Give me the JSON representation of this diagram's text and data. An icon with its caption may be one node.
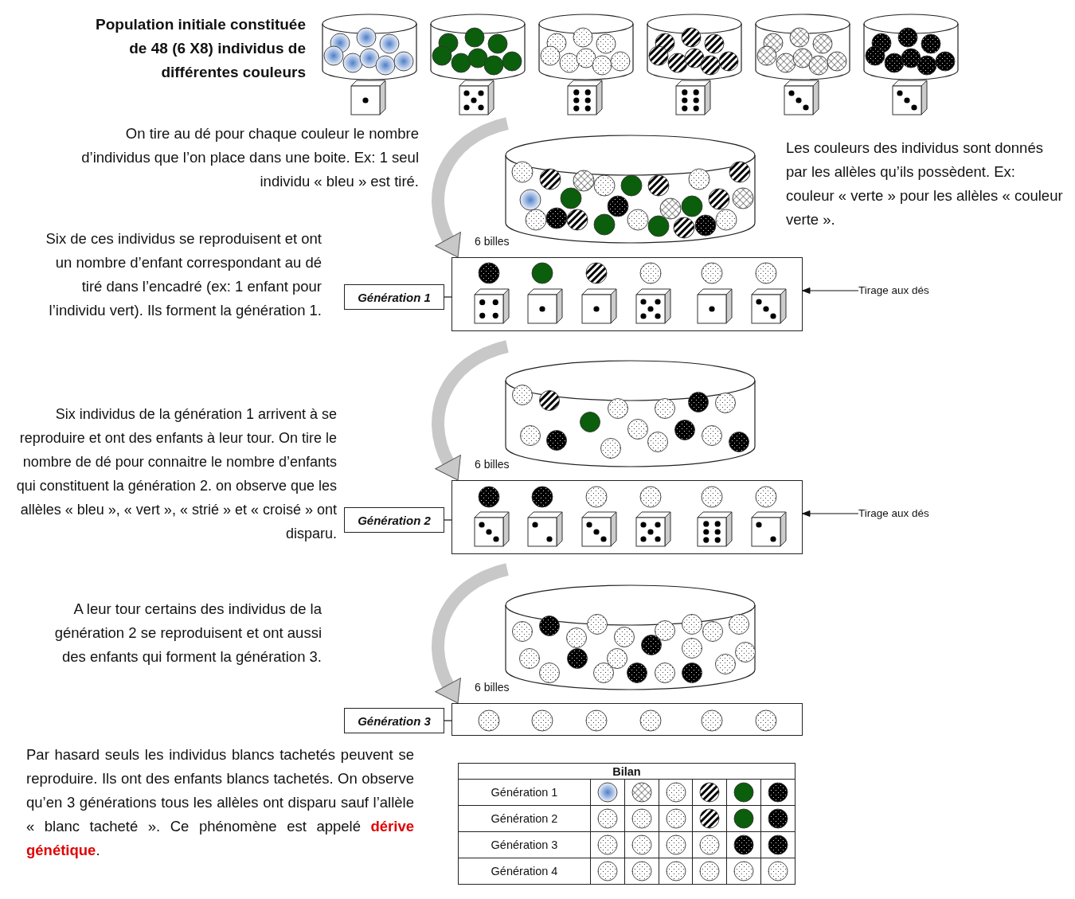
{
  "diagram": {
    "nodes": [
      {
        "text": [
          "Génération 1"
        ]
      },
      {
        "text": [],
        "shape": "box"
      },
      {
        "text": [
          "Tirage aux dés"
        ]
      },
      {
        "text": [
          "Génération 2"
        ]
      },
      {
        "text": [],
        "shape": "box"
      },
      {
        "text": [
          "Tirage aux dés"
        ]
      },
      {
        "text": [
          "Génération 3"
        ]
      },
      {
        "text": [],
        "shape": "box"
      }
    ],
    "edges": [
      {
        "from": 0,
        "to": 1,
        "arrow": "none"
      },
      {
        "from": 2,
        "to": 1,
        "arrow": "to"
      },
      {
        "from": null,
        "to": 1,
        "arrow": "to",
        "label": "6 billes",
        "style": "thick",
        "color": "#c8c8c8"
      },
      {
        "from": 3,
        "to": 4,
        "arrow": "none"
      },
      {
        "from": 5,
        "to": 4,
        "arrow": "to"
      },
      {
        "from": null,
        "to": 4,
        "arrow": "to",
        "label": "6 billes",
        "style": "thick",
        "color": "#c8c8c8"
      },
      {
        "from": 6,
        "to": 7,
        "arrow": "none"
      },
      {
        "from": null,
        "to": 7,
        "arrow": "to",
        "label": "6 billes",
        "style": "thick",
        "color": "#c8c8c8"
      }
    ],
    "labels": [
      "Population initiale constituée de 48 (6 X8) individus de différentes couleurs",
      "On tire au dé pour chaque couleur le nombre d’individus que l’on place dans une boite. Ex: 1 seul individu « bleu » est tiré.",
      "Les couleurs des individus sont donnés par les allèles qu’ils possèdent. Ex: couleur « verte » pour les allèles « couleur verte ».",
      "Six de ces individus se reproduisent et ont un nombre d’enfant correspondant au dé tiré dans l’encadré (ex: 1 enfant pour l’individu vert). Ils forment la génération 1.",
      "Six individus de la génération 1 arrivent à se reproduire et ont des enfants à leur tour. On tire le nombre de dé pour connaitre le nombre d’enfants qui constituent la génération 2. on observe que les allèles « bleu », « vert », « strié » et « croisé » ont disparu.",
      "A leur tour certains des individus de la génération 2 se reproduisent et ont aussi des enfants qui forment la génération 3.",
      "Par hasard seuls les individus blancs tachetés peuvent se reproduire. Ils ont des enfants blancs tachetés. On observe qu’en 3 générations tous les allèles ont disparu sauf l’allèle « blanc tacheté ». Ce phénomène est appelé **dérive génétique**.",
      "Bilan",
      "Génération 1",
      "Génération 2",
      "Génération 3",
      "Génération 4"
    ]
  }
}
